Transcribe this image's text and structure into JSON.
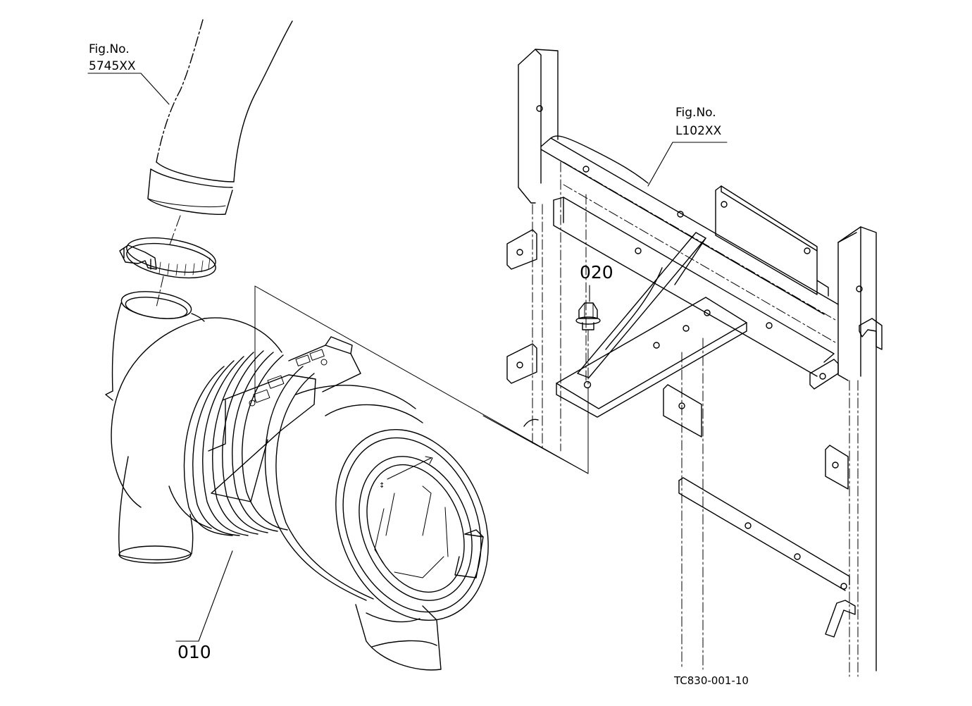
{
  "callouts": {
    "hose_ref": {
      "line1": "Fig.No.",
      "line2": "5745XX"
    },
    "frame_ref": {
      "line1": "Fig.No.",
      "line2": "L102XX"
    }
  },
  "parts": {
    "p010": "010",
    "p020": "020"
  },
  "drawing_code": "TC830-001-10",
  "colors": {
    "line": "#000000",
    "background": "#ffffff"
  }
}
